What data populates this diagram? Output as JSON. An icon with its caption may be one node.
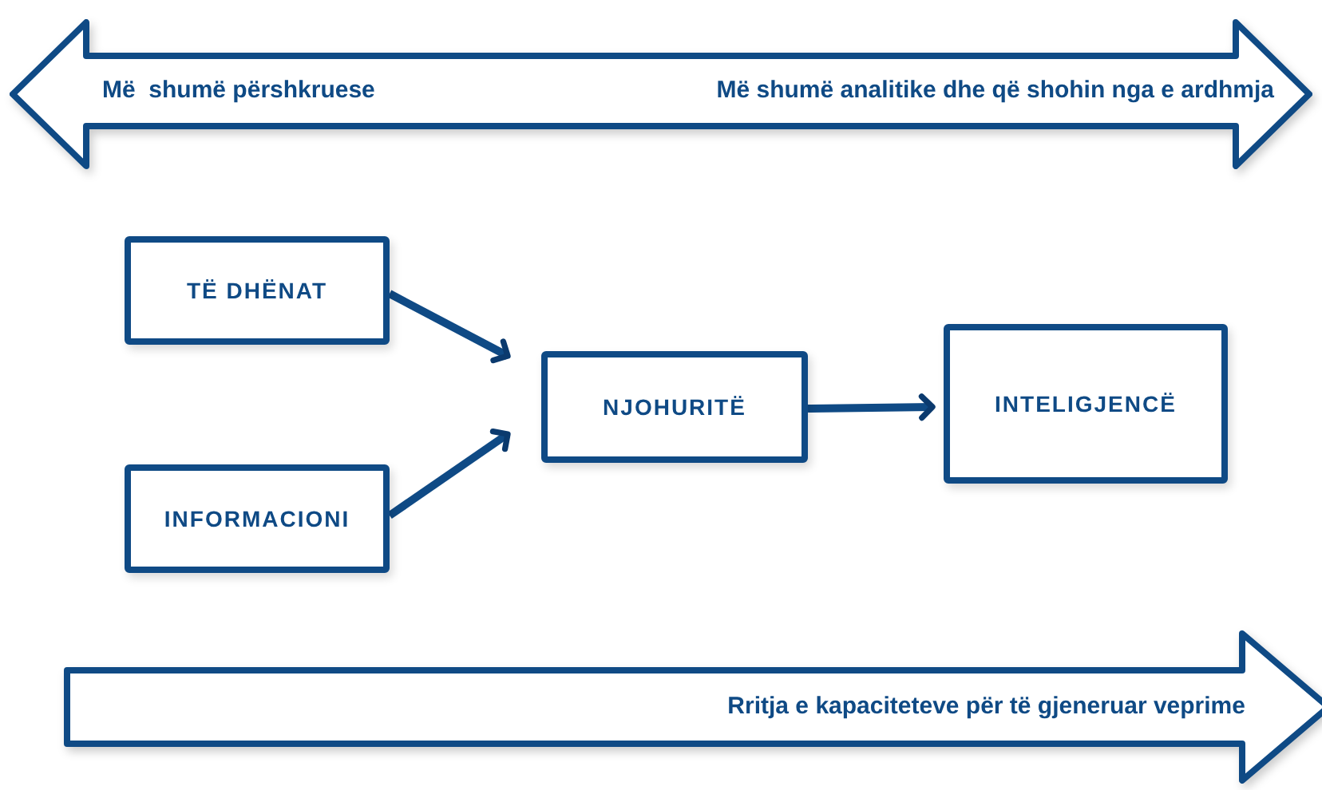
{
  "diagram": {
    "nodes": [
      {
        "text": [
          "Më  shumë përshkruese",
          "Më shumë analitike dhe që shohin nga e ardhmja"
        ]
      },
      {
        "text": [
          "TË DHËNAT"
        ]
      },
      {
        "text": [
          "INFORMACIONI"
        ]
      },
      {
        "text": [
          "NJOHURITË"
        ]
      },
      {
        "text": [
          "INTELIGJENCË"
        ]
      },
      {
        "text": [
          "Rritja e kapaciteteve për të gjeneruar veprime"
        ]
      }
    ],
    "edges": [
      {
        "from": 1,
        "to": 3,
        "arrow": "to"
      },
      {
        "from": 2,
        "to": 3,
        "arrow": "to"
      },
      {
        "from": 3,
        "to": 4,
        "arrow": "to"
      }
    ]
  }
}
